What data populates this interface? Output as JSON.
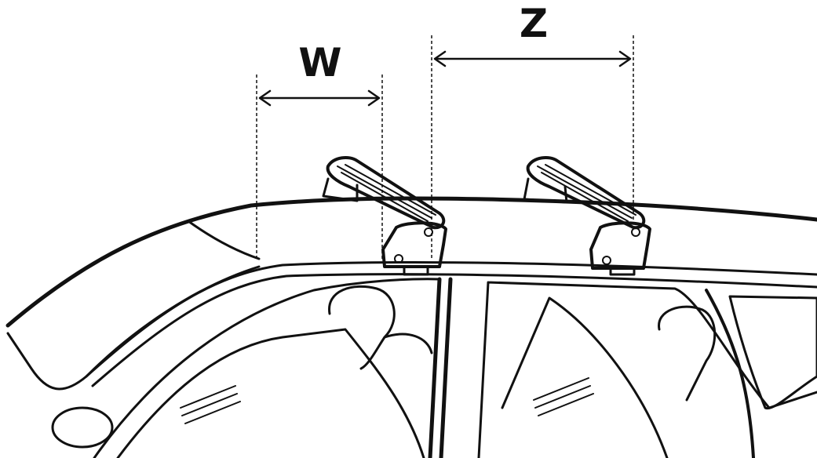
{
  "diagram": {
    "dimensions": [
      {
        "id": "w",
        "label": "W"
      },
      {
        "id": "z",
        "label": "Z"
      }
    ]
  },
  "colors": {
    "line": "#111111",
    "background": "#ffffff"
  }
}
